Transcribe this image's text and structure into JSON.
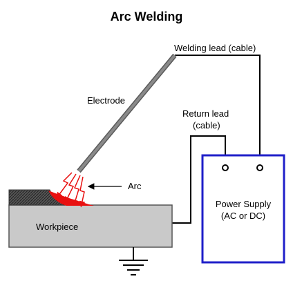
{
  "title": "Arc Welding",
  "labels": {
    "welding_lead": "Welding lead (cable)",
    "electrode": "Electrode",
    "return_lead_line1": "Return lead",
    "return_lead_line2": "(cable)",
    "arc": "Arc",
    "workpiece": "Workpiece",
    "power_supply_line1": "Power Supply",
    "power_supply_line2": "(AC or DC)"
  },
  "colors": {
    "power_supply_border": "#1f1fc9",
    "arc_red": "#e81010",
    "workpiece_fill": "#c9c9c9",
    "electrode_fill": "#7c7c7c"
  }
}
